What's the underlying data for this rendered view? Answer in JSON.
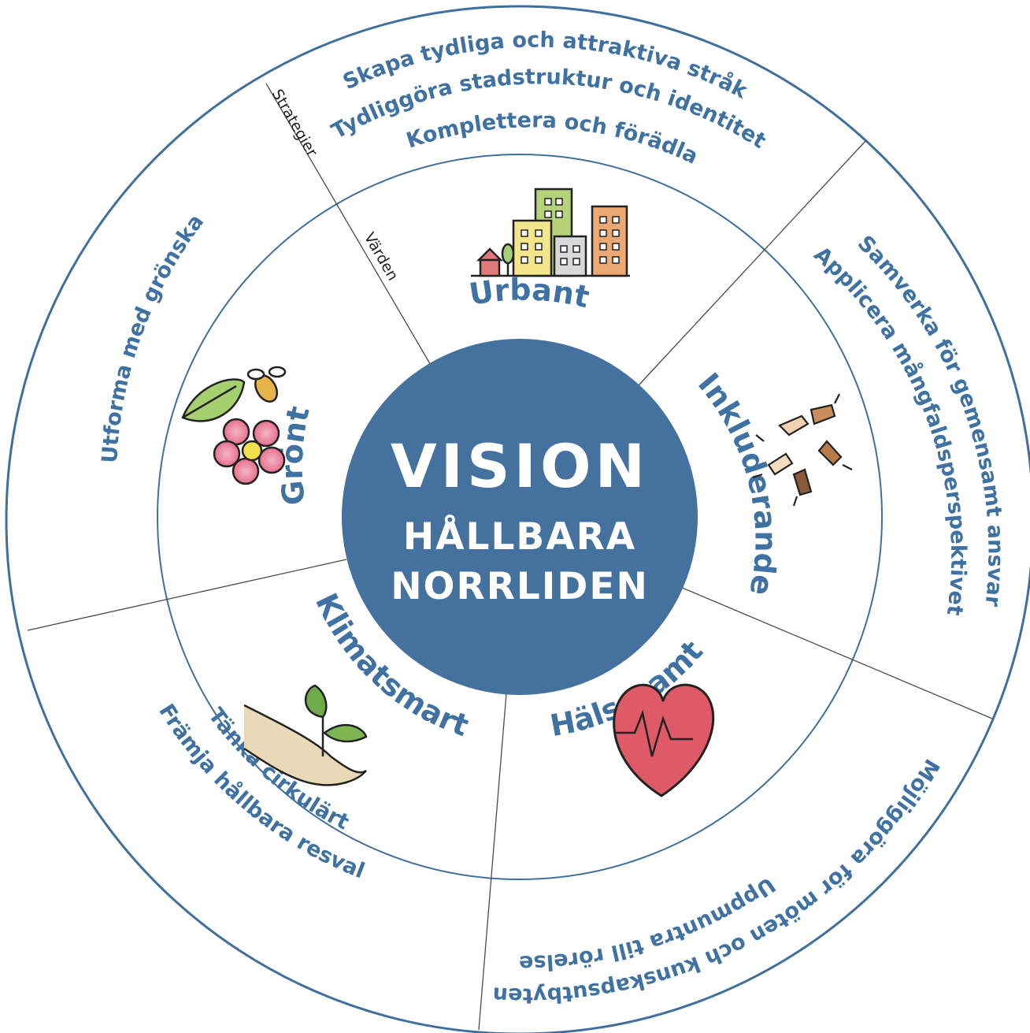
{
  "center": {
    "title": "VISION",
    "line1": "HÅLLBARA",
    "line2": "NORRLIDEN"
  },
  "legend": {
    "strategies": "Strategier",
    "values": "Värden"
  },
  "values": {
    "urbant": "Urbant",
    "inkluderande": "Inkluderande",
    "halsosamt": "Hälsosamt",
    "klimatsmart": "Klimatsmart",
    "gront": "Grönt"
  },
  "strategies": {
    "urbant": [
      "Skapa tydliga och attraktiva stråk",
      "Tydliggöra stadstruktur och identitet",
      "Komplettera och förädla"
    ],
    "inkluderande": [
      "Samverka för gemensamt ansvar",
      "Applicera mångfaldsperspektivet"
    ],
    "halsosamt": [
      "Uppmuntra till rörelse",
      "Möjliggöra för möten och kunskapsutbyten"
    ],
    "klimatsmart": [
      "Tänka cirkulärt",
      "Främja hållbara resval"
    ],
    "gront": [
      "Utforma med grönska"
    ]
  },
  "icons": {
    "urbant": "buildings-icon",
    "inkluderande": "hands-circle-icon",
    "halsosamt": "heart-pulse-icon",
    "klimatsmart": "hand-sprout-icon",
    "gront": "leaf-bee-flower-icon"
  },
  "colors": {
    "accent": "#3f72a2",
    "center_fill": "#44719e",
    "line": "#4a4a4a"
  }
}
